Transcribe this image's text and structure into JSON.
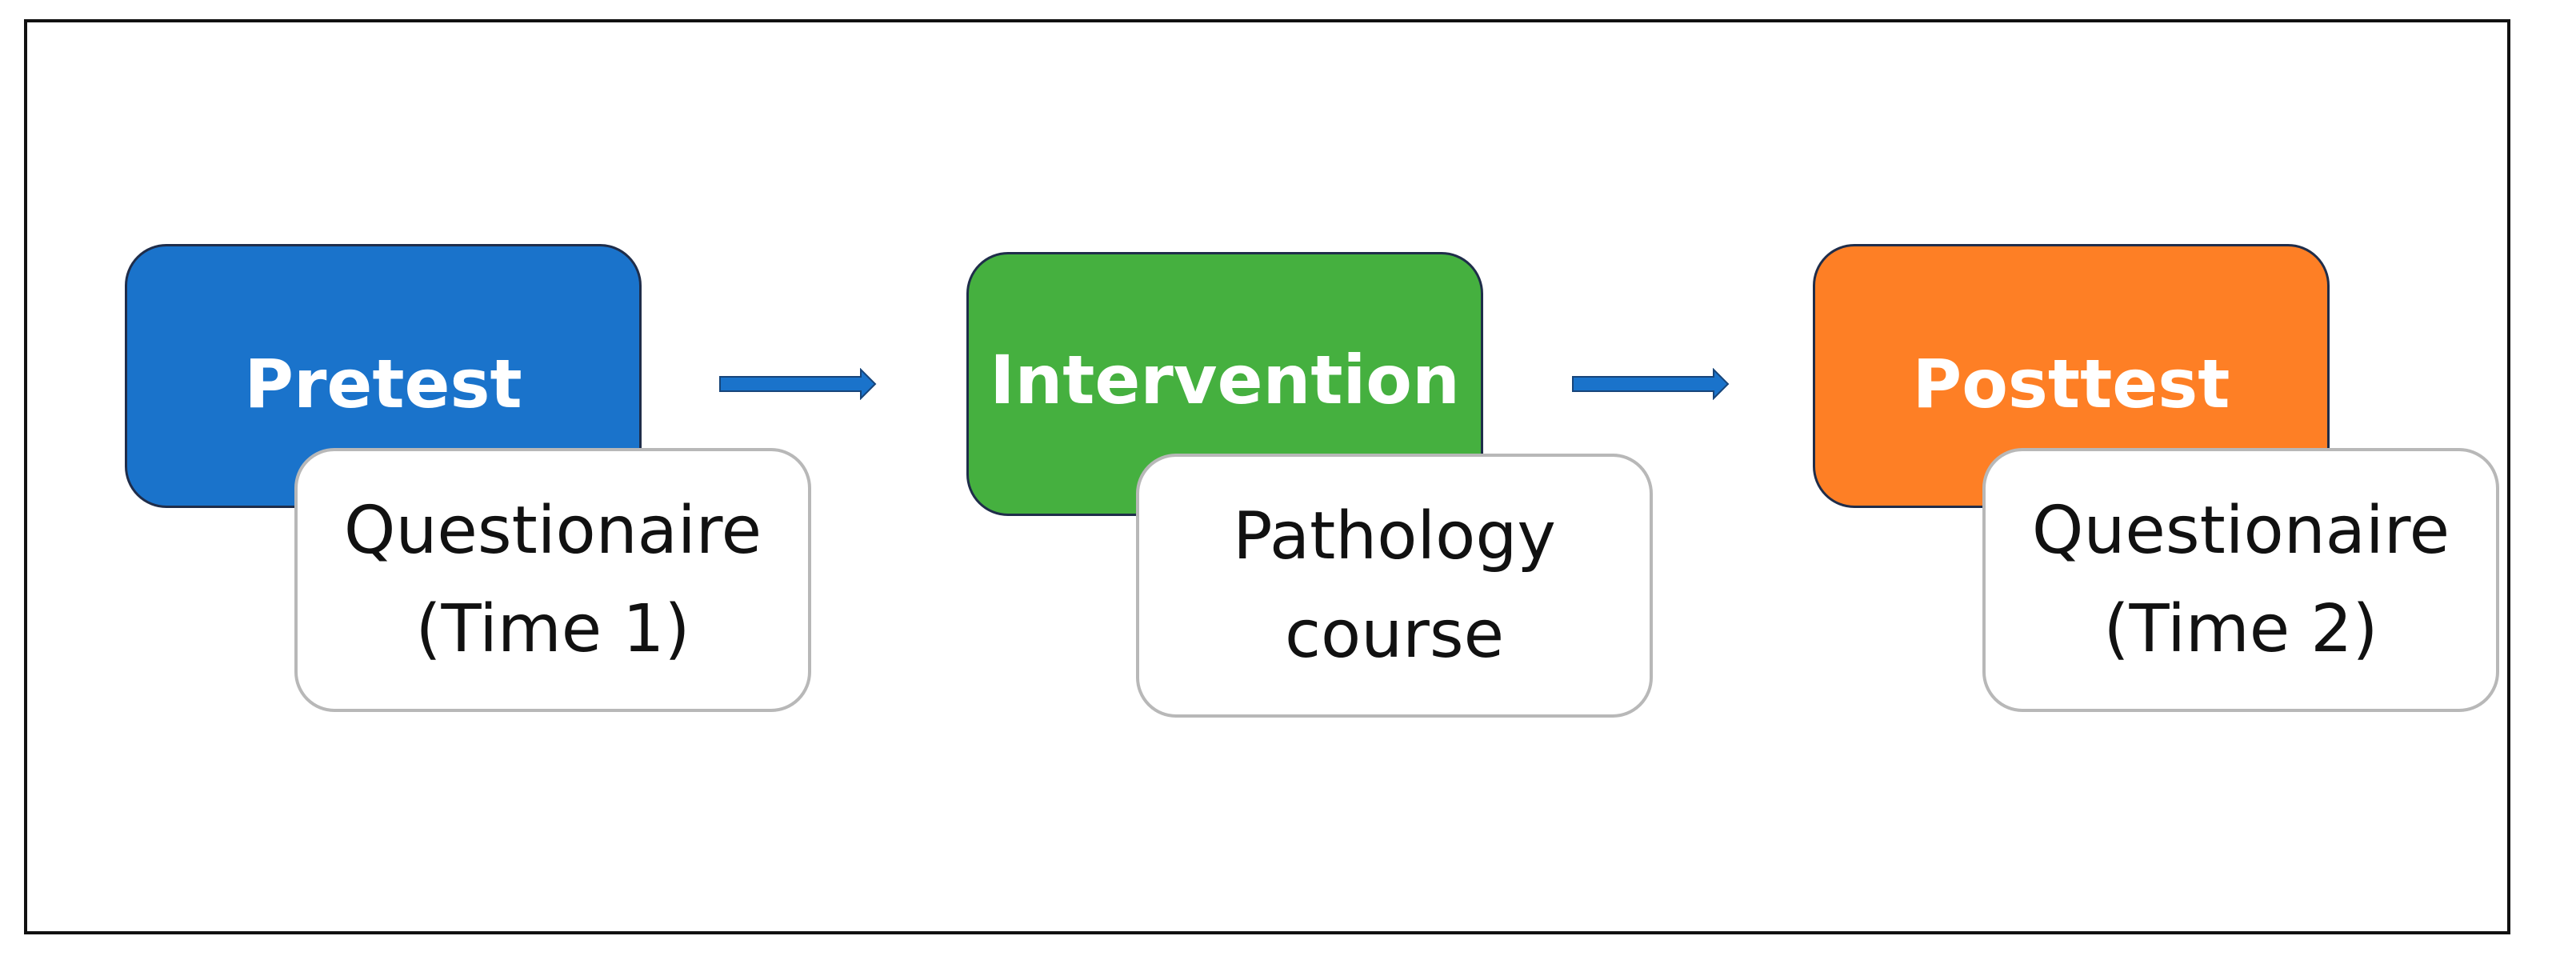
{
  "diagram": {
    "stages": [
      {
        "id": "pretest",
        "label": "Pretest",
        "color": "#1a73cb",
        "detail_lines": [
          "Questionaire",
          "(Time 1)"
        ]
      },
      {
        "id": "intervention",
        "label": "Intervention",
        "color": "#45b03f",
        "detail_lines": [
          "Pathology",
          "course"
        ]
      },
      {
        "id": "posttest",
        "label": "Posttest",
        "color": "#fe7f25",
        "detail_lines": [
          "Questionaire",
          "(Time 2)"
        ]
      }
    ],
    "arrow_color": "#1a73cb",
    "detail_border_color": "#b8b8b8",
    "stage_border_color": "#1f2d4a"
  }
}
